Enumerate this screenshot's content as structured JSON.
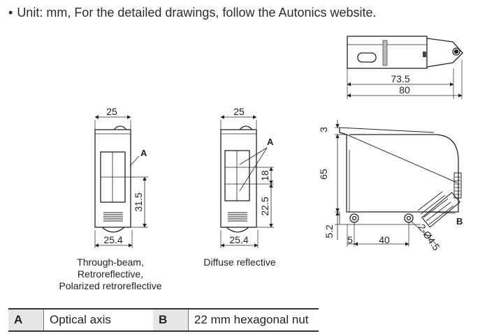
{
  "header": {
    "bullet": "•",
    "text": "Unit: mm, For the detailed drawings, follow the Autonics website."
  },
  "top_view": {
    "dim_inner": "73.5",
    "dim_outer": "80"
  },
  "view1": {
    "dim_width": "25",
    "dim_bottom": "25.4",
    "dim_axis": "31.5",
    "label_a": "A",
    "caption": [
      "Through-beam,",
      "Retroreflective,",
      "Polarized retroreflective"
    ]
  },
  "view2": {
    "dim_width": "25",
    "dim_bottom": "25.4",
    "dim_axis_upper": "18",
    "dim_axis_lower": "22.5",
    "label_a": "A",
    "caption": [
      "Diffuse reflective"
    ]
  },
  "side_view": {
    "dim_top": "3",
    "dim_height": "65",
    "dim_bottom_offset": "5.2",
    "dim_hole_offset": "5",
    "dim_hole_spacing": "40",
    "dim_hole_dia": "2-Ø4.5",
    "label_b": "B"
  },
  "legend": {
    "a_key": "A",
    "a_value": "Optical axis",
    "b_key": "B",
    "b_value": "22 mm hexagonal nut"
  }
}
